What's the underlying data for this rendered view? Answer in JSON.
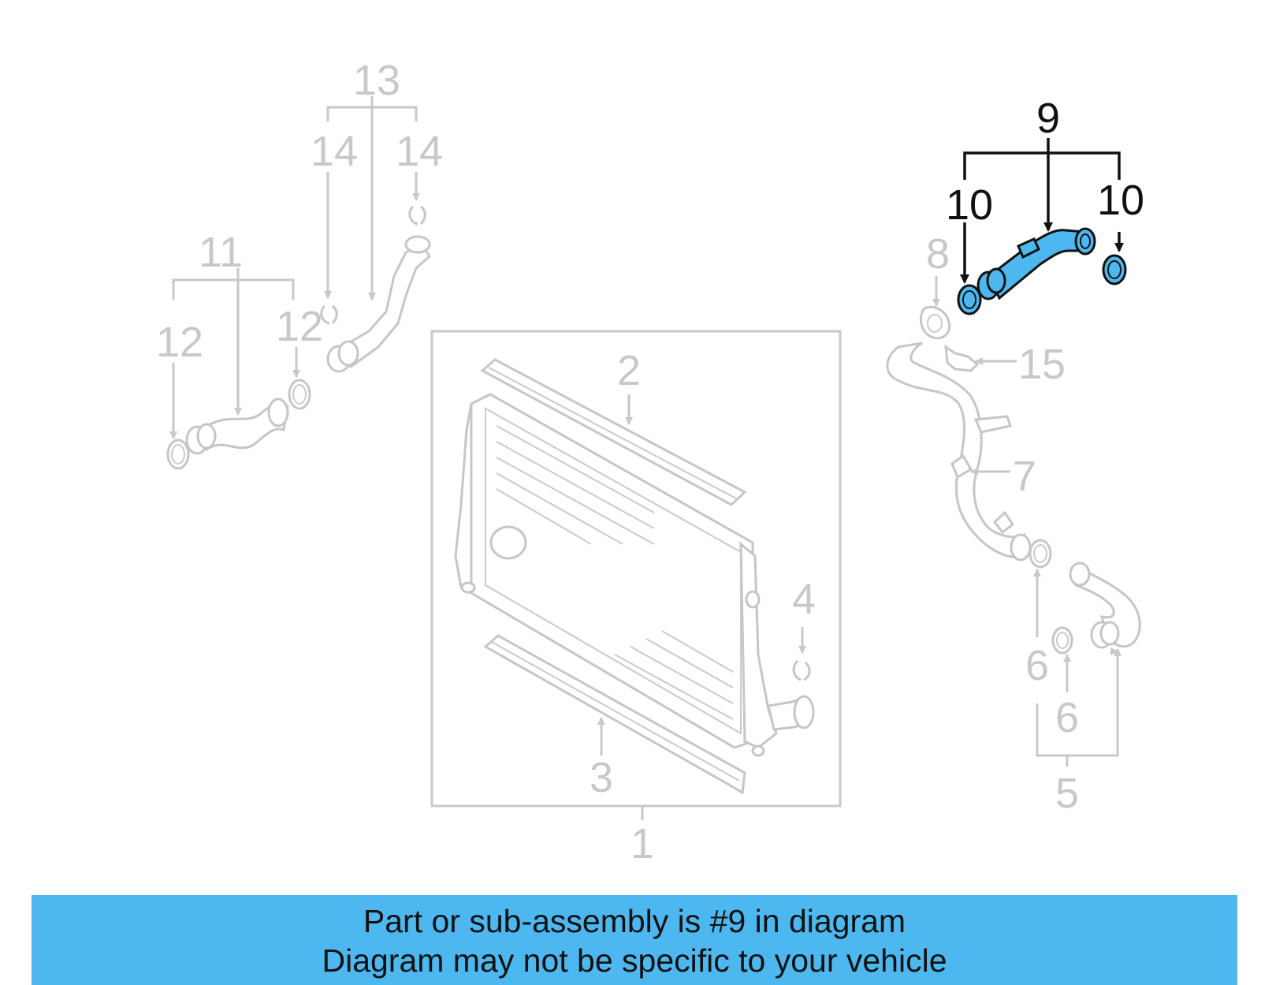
{
  "callouts": {
    "c1": "1",
    "c2": "2",
    "c3": "3",
    "c4": "4",
    "c5": "5",
    "c6a": "6",
    "c6b": "6",
    "c7": "7",
    "c8": "8",
    "c9": "9",
    "c10a": "10",
    "c10b": "10",
    "c11": "11",
    "c12a": "12",
    "c12b": "12",
    "c13": "13",
    "c14a": "14",
    "c14b": "14",
    "c15": "15"
  },
  "highlight": {
    "part": "9",
    "color": "#4db8f0"
  },
  "colors": {
    "muted": "#c8c8c8",
    "active": "#111111",
    "banner": "#4db8f0"
  },
  "banner": {
    "line1": "Part or sub-assembly is #9 in diagram",
    "line2": "Diagram may not be specific to your vehicle"
  }
}
